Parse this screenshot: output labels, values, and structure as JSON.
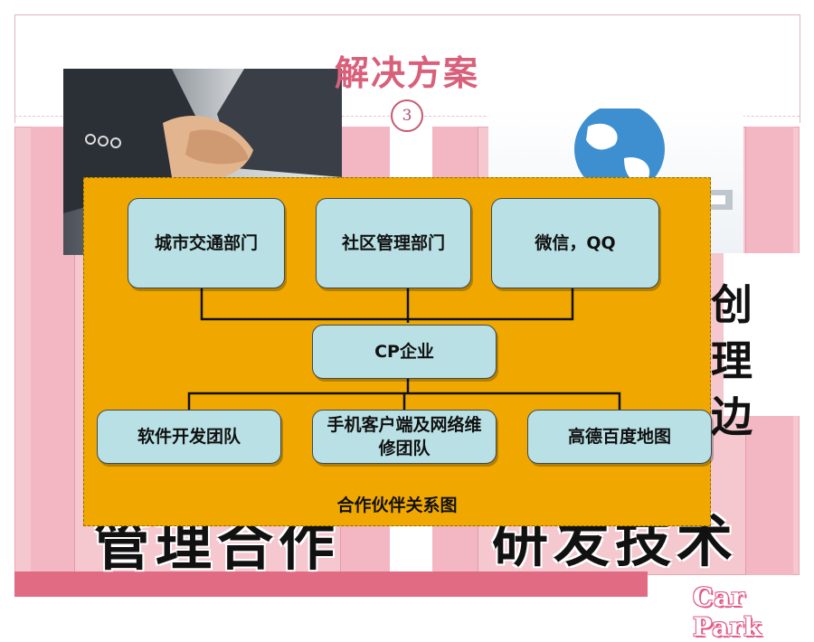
{
  "slide": {
    "title": "解决方案",
    "badge_number": "3"
  },
  "background_words": {
    "left_big": "管理合作",
    "right_big": "研发技术",
    "right_vertical": [
      "创",
      "理",
      "边"
    ]
  },
  "diagram": {
    "top_nodes": [
      "城市交通部门",
      "社区管理部门",
      "微信，QQ"
    ],
    "center_node": "CP企业",
    "bottom_nodes": [
      "软件开发团队",
      "手机客户端及网络维修团队",
      "高德百度地图"
    ],
    "caption": "合作伙伴关系图",
    "colors": {
      "panel": "#f0a800",
      "node": "#b9e0e4",
      "title": "#d9607a",
      "pink": "#f5c7cf"
    }
  },
  "logo": {
    "text": "Car Park"
  }
}
